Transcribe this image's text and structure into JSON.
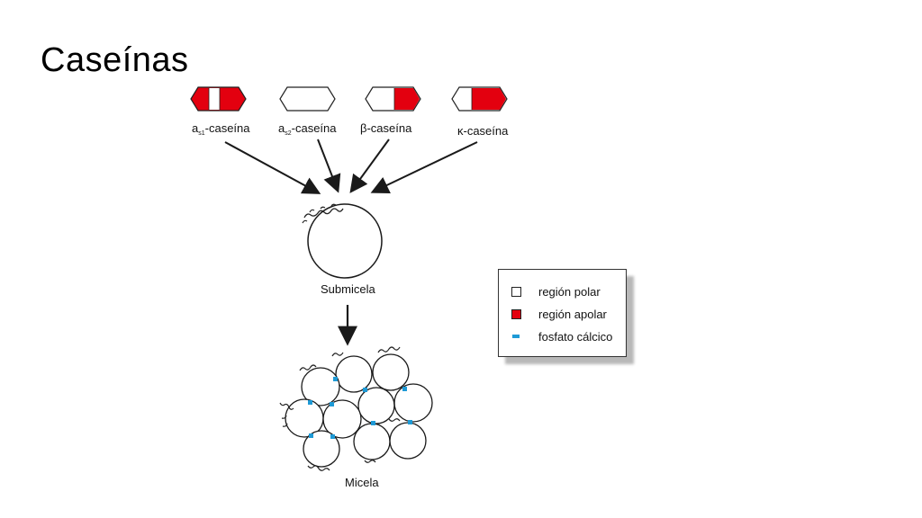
{
  "slide_title": "Caseínas",
  "caseins": [
    {
      "prefix": "a",
      "sub": "s1",
      "suffix": "-caseína"
    },
    {
      "prefix": "a",
      "sub": "s2",
      "suffix": "-caseína"
    },
    {
      "label": "β-caseína"
    },
    {
      "label": "κ-caseína"
    }
  ],
  "submicela_label": "Submicela",
  "micela_label": "Micela",
  "legend": {
    "items": [
      {
        "label": "región polar",
        "swatch": "#ffffff",
        "border": "#222222"
      },
      {
        "label": "región apolar",
        "swatch": "#e3000f",
        "border": "#222222"
      },
      {
        "label": "fosfato cálcico",
        "swatch": "#1e9ad6",
        "border": "none"
      }
    ]
  },
  "colors": {
    "apolar": "#e3000f",
    "polar": "#ffffff",
    "phosphate": "#1e9ad6",
    "ink": "#1a1a1a"
  }
}
